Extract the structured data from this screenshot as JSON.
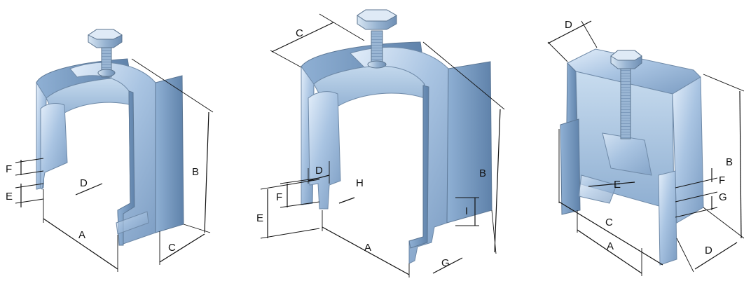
{
  "figure": {
    "clamps": [
      {
        "id": "clamp-1",
        "labels": {
          "A": "A",
          "B": "B",
          "C": "C",
          "D": "D",
          "E": "E",
          "F": "F"
        }
      },
      {
        "id": "clamp-2",
        "labels": {
          "A": "A",
          "B": "B",
          "C": "C",
          "D": "D",
          "E": "E",
          "F": "F",
          "G": "G",
          "H": "H",
          "I": "I"
        }
      },
      {
        "id": "clamp-3",
        "labels": {
          "A": "A",
          "B": "B",
          "C": "C",
          "D1": "D",
          "D2": "D",
          "E": "E",
          "F": "F",
          "G": "G"
        }
      }
    ],
    "colors": {
      "metal_light": "#dbe8f5",
      "metal_mid": "#9fbcdc",
      "metal_dark": "#6e8fb5",
      "line": "#111111"
    }
  }
}
